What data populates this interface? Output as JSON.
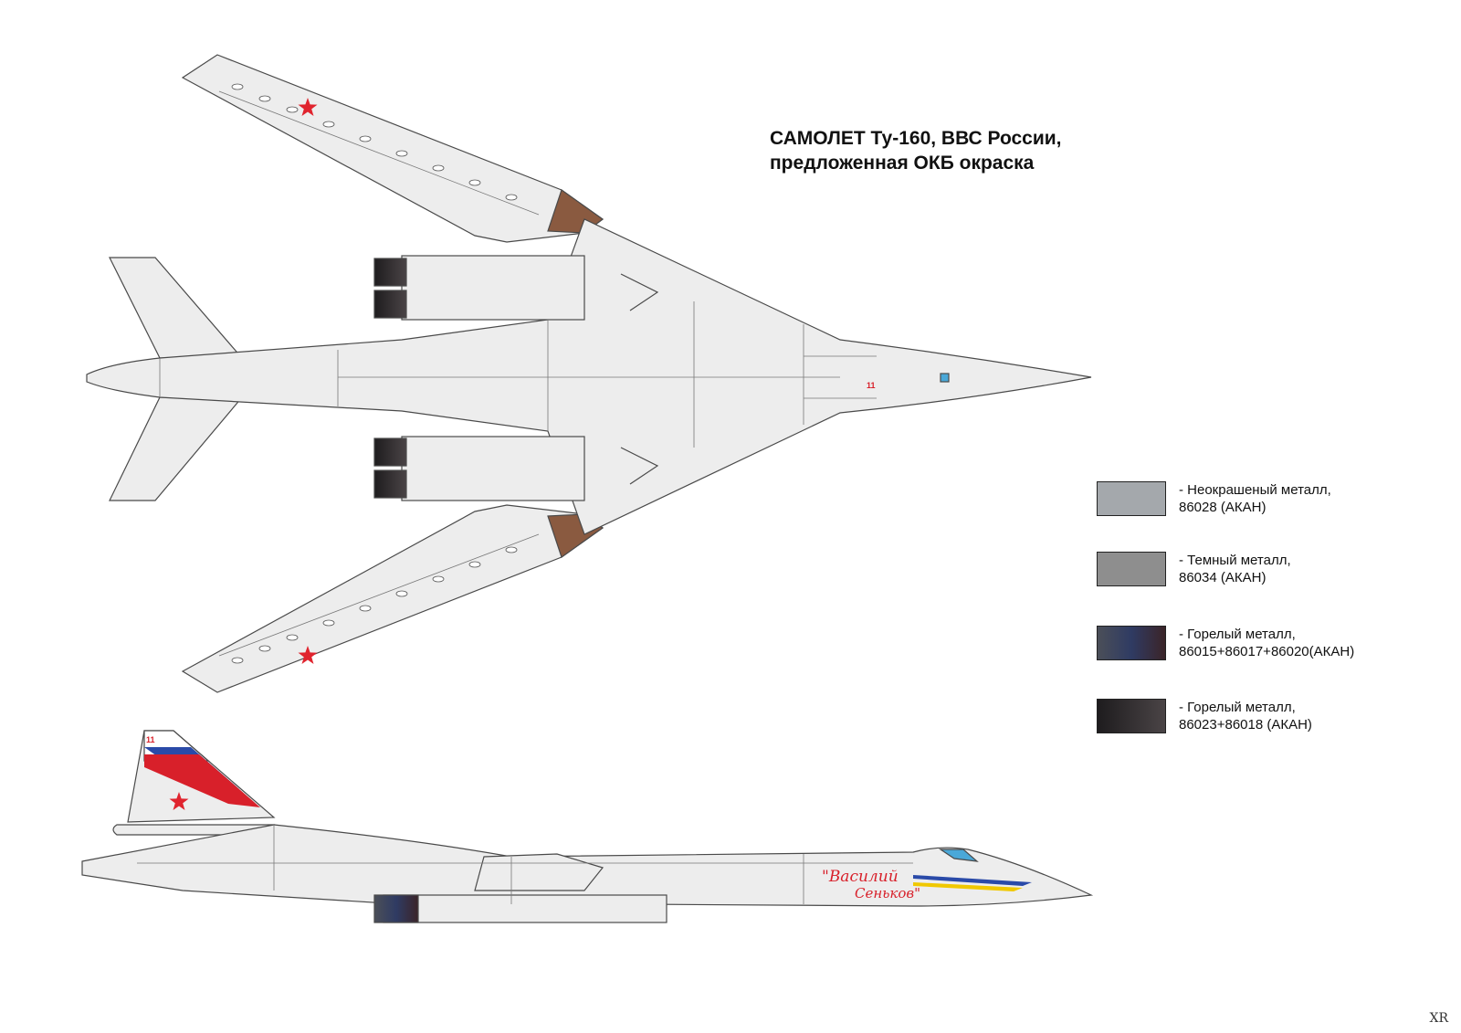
{
  "title": {
    "line1": "САМОЛЕТ  Ту-160, ВВС России,",
    "line2": "предложенная ОКБ окраска"
  },
  "legend": [
    {
      "label": "-  Неокрашеный металл,",
      "code": "86028 (АКАН)",
      "color": "#a4a8ac"
    },
    {
      "label": "-  Темный металл,",
      "code": "86034 (АКАН)",
      "color": "#8e8e8e"
    },
    {
      "label": "-  Горелый металл,",
      "code": "86015+86017+86020(АКАН)",
      "gradient": [
        "#4b4f58",
        "#2f3b63",
        "#3b2428"
      ]
    },
    {
      "label": "-  Горелый металл,",
      "code": "86023+86018 (АКАН)",
      "gradient": [
        "#1e1c1e",
        "#4a4446"
      ]
    }
  ],
  "markings": {
    "tail_number": "11",
    "nose_number": "11",
    "name_line1": "\"Василий",
    "name_line2": "Сеньков\""
  },
  "corner_mark": "XR",
  "colors": {
    "airframe": "#ededed",
    "outline": "#4a4a4a",
    "star": "#e0242e",
    "wing_root_fairing": "#8a5a40",
    "flag_white": "#ffffff",
    "flag_blue": "#2a4aa8",
    "flag_red": "#d8202a",
    "canopy": "#4aa8d8"
  }
}
